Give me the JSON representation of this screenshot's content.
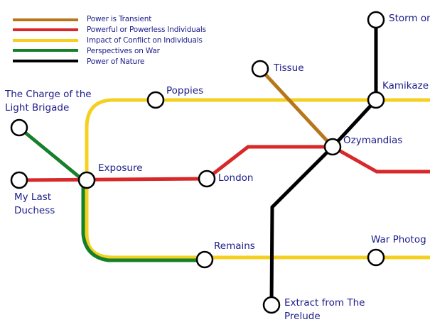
{
  "legend": [
    {
      "label": "Power is Transient",
      "color": "#b8761a"
    },
    {
      "label": "Powerful or Powerless Individuals",
      "color": "#d8282a"
    },
    {
      "label": "Impact of Conflict on Individuals",
      "color": "#f5d020"
    },
    {
      "label": "Perspectives on War",
      "color": "#15802a"
    },
    {
      "label": "Power of Nature",
      "color": "#000000"
    }
  ],
  "stations": {
    "storm": "Storm on",
    "tissue": "Tissue",
    "kamikaze": "Kamikaze",
    "charge_line1": "The Charge of the",
    "charge_line2": "Light Brigade",
    "poppies": "Poppies",
    "ozymandias": "Ozymandias",
    "exposure": "Exposure",
    "london": "London",
    "my_last_line1": "My Last",
    "my_last_line2": "Duchess",
    "remains": "Remains",
    "war_photographer": "War Photog",
    "extract_line1": "Extract from The",
    "extract_line2": "Prelude"
  }
}
